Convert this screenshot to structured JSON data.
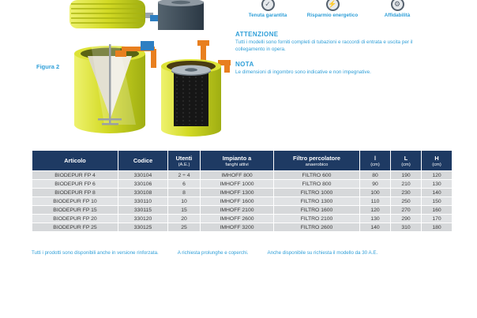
{
  "figure": {
    "label": "Figura 2"
  },
  "badges": [
    {
      "label": "Tenuta garantita",
      "glyph": "✓"
    },
    {
      "label": "Risparmio energetico",
      "glyph": "⚡"
    },
    {
      "label": "Affidabilità",
      "glyph": "⚙"
    }
  ],
  "attention": {
    "title": "ATTENZIONE",
    "text": "Tutti i modelli sono forniti completi di tubazioni e raccordi di entrata e uscita per il collegamento in opera."
  },
  "nota": {
    "title": "NOTA",
    "text": "Le dimensioni di ingombro sono indicative e non impegnative."
  },
  "table": {
    "columns": [
      {
        "label": "Articolo",
        "sub": ""
      },
      {
        "label": "Codice",
        "sub": ""
      },
      {
        "label": "Utenti",
        "sub": "(A.E.)"
      },
      {
        "label": "Impianto a",
        "sub": "fanghi attivi"
      },
      {
        "label": "Filtro percolatore",
        "sub": "anaerobico"
      },
      {
        "label": "l",
        "sub": "(cm)"
      },
      {
        "label": "L",
        "sub": "(cm)"
      },
      {
        "label": "H",
        "sub": "(cm)"
      }
    ],
    "rows": [
      [
        "BIODEPUR FP 4",
        "330104",
        "2 ÷ 4",
        "IMHOFF 800",
        "FILTRO 600",
        "80",
        "190",
        "120"
      ],
      [
        "BIODEPUR FP 6",
        "330106",
        "6",
        "IMHOFF 1000",
        "FILTRO 800",
        "90",
        "210",
        "130"
      ],
      [
        "BIODEPUR FP 8",
        "330108",
        "8",
        "IMHOFF 1300",
        "FILTRO 1000",
        "100",
        "230",
        "140"
      ],
      [
        "BIODEPUR FP 10",
        "330110",
        "10",
        "IMHOFF 1600",
        "FILTRO 1300",
        "110",
        "250",
        "150"
      ],
      [
        "BIODEPUR FP 15",
        "330115",
        "15",
        "IMHOFF 2100",
        "FILTRO 1600",
        "120",
        "270",
        "160"
      ],
      [
        "BIODEPUR FP 20",
        "330120",
        "20",
        "IMHOFF 2600",
        "FILTRO 2100",
        "130",
        "290",
        "170"
      ],
      [
        "BIODEPUR FP 25",
        "330125",
        "25",
        "IMHOFF 3200",
        "FILTRO 2600",
        "140",
        "310",
        "180"
      ]
    ]
  },
  "footer": {
    "note1": "Tutti i prodotti sono disponibili anche in versione rinforzata.",
    "note2": "A richiesta prolunghe e coperchi.",
    "note3": "Anche disponibile su richiesta il modello da 30 A.E."
  }
}
